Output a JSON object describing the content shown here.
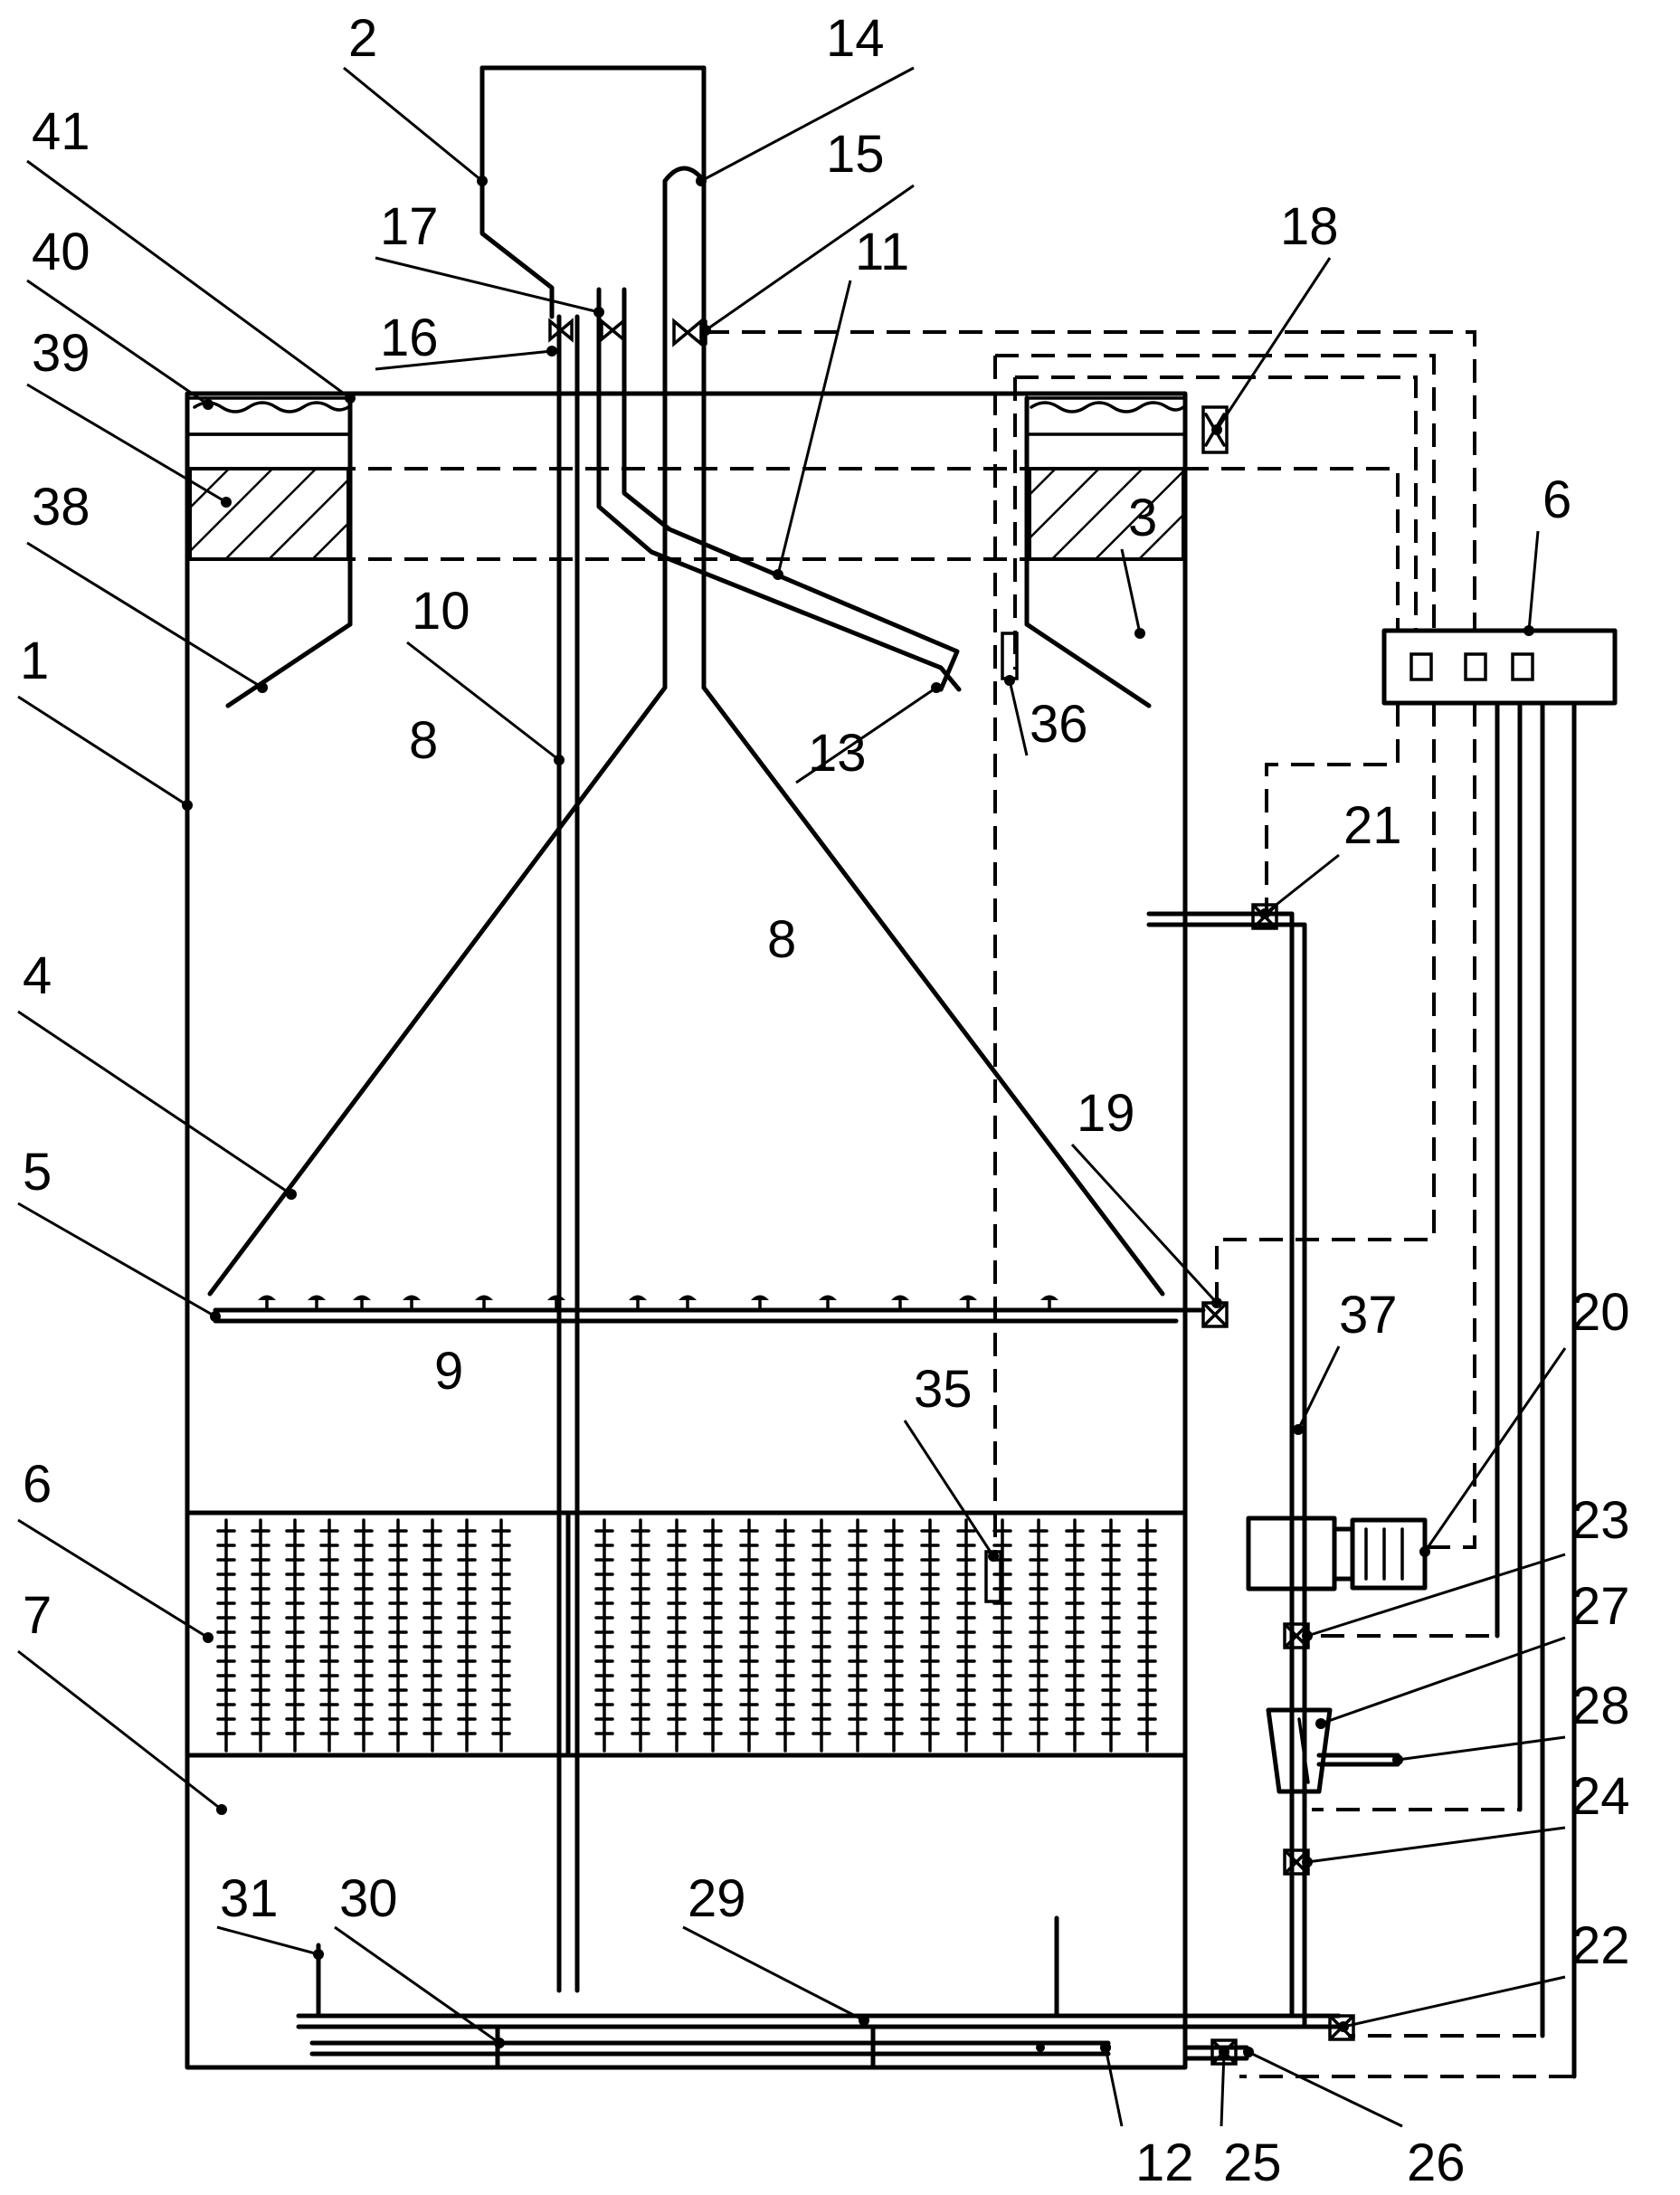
{
  "labels": {
    "n1": "1",
    "n2": "2",
    "n3": "3",
    "n4": "4",
    "n5": "5",
    "n6a": "6",
    "n6b": "6",
    "n7": "7",
    "n8a": "8",
    "n8b": "8",
    "n9": "9",
    "n10": "10",
    "n11": "11",
    "n12": "12",
    "n13": "13",
    "n14": "14",
    "n15": "15",
    "n16": "16",
    "n17": "17",
    "n18": "18",
    "n19": "19",
    "n20": "20",
    "n21": "21",
    "n22": "22",
    "n23": "23",
    "n24": "24",
    "n25": "25",
    "n26": "26",
    "n27": "27",
    "n28": "28",
    "n29": "29",
    "n30": "30",
    "n31": "31",
    "n35": "35",
    "n36": "36",
    "n37": "37",
    "n38": "38",
    "n39": "39",
    "n40": "40",
    "n41": "41"
  }
}
